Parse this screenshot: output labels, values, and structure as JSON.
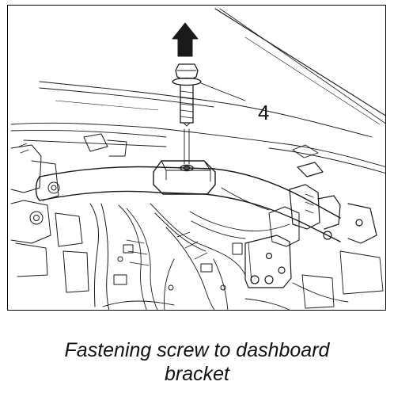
{
  "diagram": {
    "callout_number": "4",
    "caption_line1": "Fastening screw to dashboard",
    "caption_line2": "bracket"
  },
  "colors": {
    "line": "#1a1a1a",
    "background": "#ffffff"
  },
  "icons": {
    "removal_direction": "up-arrow-icon",
    "fastener": "bolt-icon"
  }
}
